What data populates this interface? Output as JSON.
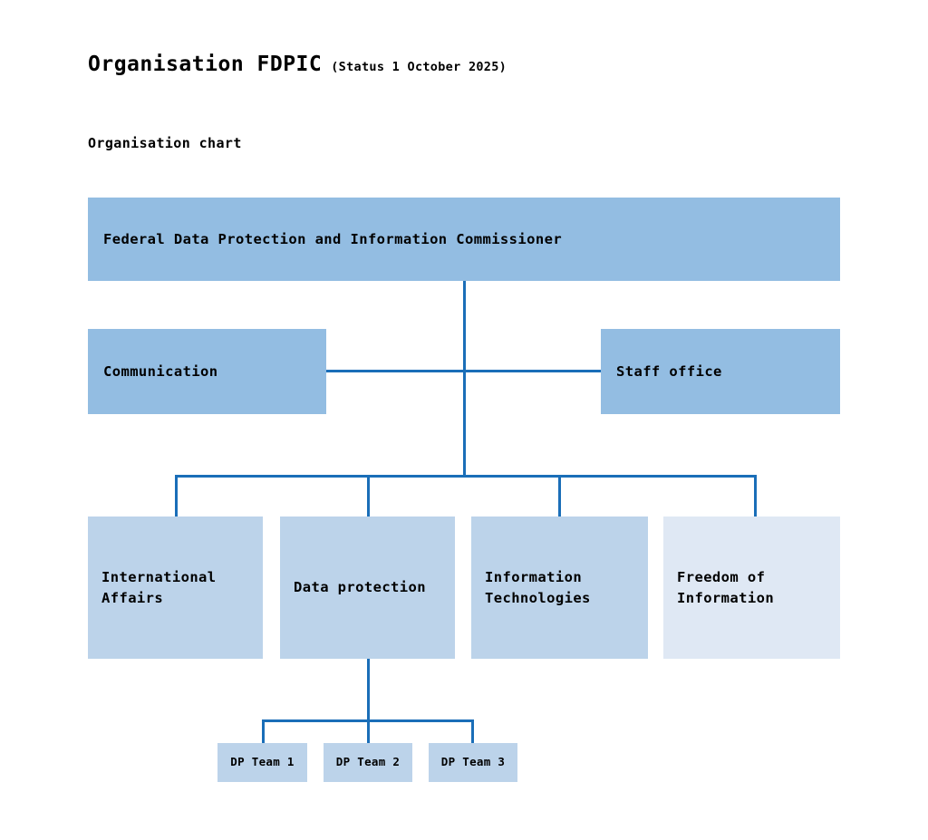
{
  "page": {
    "title_main": "Organisation FDPIC",
    "title_status": "(Status 1 October 2025)",
    "subtitle": "Organisation chart"
  },
  "colors": {
    "header_box": "#93bde2",
    "division_box": "#bcd3ea",
    "division_box_light": "#dfe8f4",
    "connector_line": "#1a6eb8",
    "text": "#000000",
    "background": "#ffffff"
  },
  "chart_data": {
    "type": "diagram",
    "title": "Organisation chart",
    "subtitle": "Organisation FDPIC (Status 1 October 2025)",
    "orientation": "top-down",
    "levels": 4,
    "nodes": [
      {
        "id": "commissioner",
        "label": "Federal Data Protection and Information Commissioner",
        "level": 0,
        "parent": null,
        "style": "header_box"
      },
      {
        "id": "communication",
        "label": "Communication",
        "level": 1,
        "parent": "commissioner",
        "style": "header_box",
        "attachment": "staff-left"
      },
      {
        "id": "staff_office",
        "label": "Staff office",
        "level": 1,
        "parent": "commissioner",
        "style": "header_box",
        "attachment": "staff-right"
      },
      {
        "id": "international_affairs",
        "label": "International\nAffairs",
        "level": 2,
        "parent": "commissioner",
        "style": "division_box"
      },
      {
        "id": "data_protection",
        "label": "Data protection",
        "level": 2,
        "parent": "commissioner",
        "style": "division_box"
      },
      {
        "id": "information_technologies",
        "label": "Information\nTechnologies",
        "level": 2,
        "parent": "commissioner",
        "style": "division_box"
      },
      {
        "id": "freedom_of_information",
        "label": "Freedom of\nInformation",
        "level": 2,
        "parent": "commissioner",
        "style": "division_box_light"
      },
      {
        "id": "dp_team_1",
        "label": "DP Team 1",
        "level": 3,
        "parent": "data_protection",
        "style": "division_box"
      },
      {
        "id": "dp_team_2",
        "label": "DP Team 2",
        "level": 3,
        "parent": "data_protection",
        "style": "division_box"
      },
      {
        "id": "dp_team_3",
        "label": "DP Team 3",
        "level": 3,
        "parent": "data_protection",
        "style": "division_box"
      }
    ]
  }
}
